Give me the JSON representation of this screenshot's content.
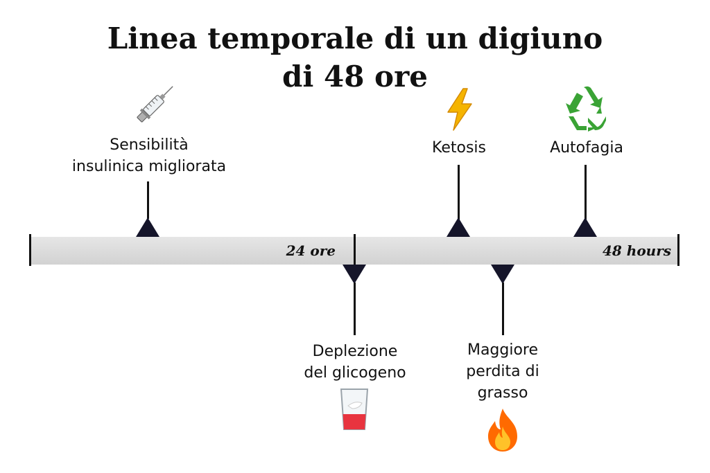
{
  "title": {
    "line1": "Linea temporale di un digiuno",
    "line2": "di 48 ore"
  },
  "timeline": {
    "mark_24": "24 ore",
    "mark_48": "48 hours"
  },
  "events_above": [
    {
      "lines": [
        "Sensibilità",
        "insulinica migliorata"
      ],
      "icon": "syringe-icon"
    },
    {
      "lines": [
        "Ketosis"
      ],
      "icon": "lightning-icon"
    },
    {
      "lines": [
        "Autofagia"
      ],
      "icon": "recycle-icon"
    }
  ],
  "events_below": [
    {
      "lines": [
        "Deplezione",
        "del glicogeno"
      ],
      "icon": "glass-icon"
    },
    {
      "lines": [
        "Maggiore",
        "perdita di",
        "grasso"
      ],
      "icon": "fire-icon"
    }
  ],
  "colors": {
    "bar": "#dcdcdc",
    "marker": "#15152a",
    "recycle": "#3aa335",
    "lightning": "#f5b400",
    "fire": "#ff6a00",
    "glass_liquid": "#e8343f"
  }
}
